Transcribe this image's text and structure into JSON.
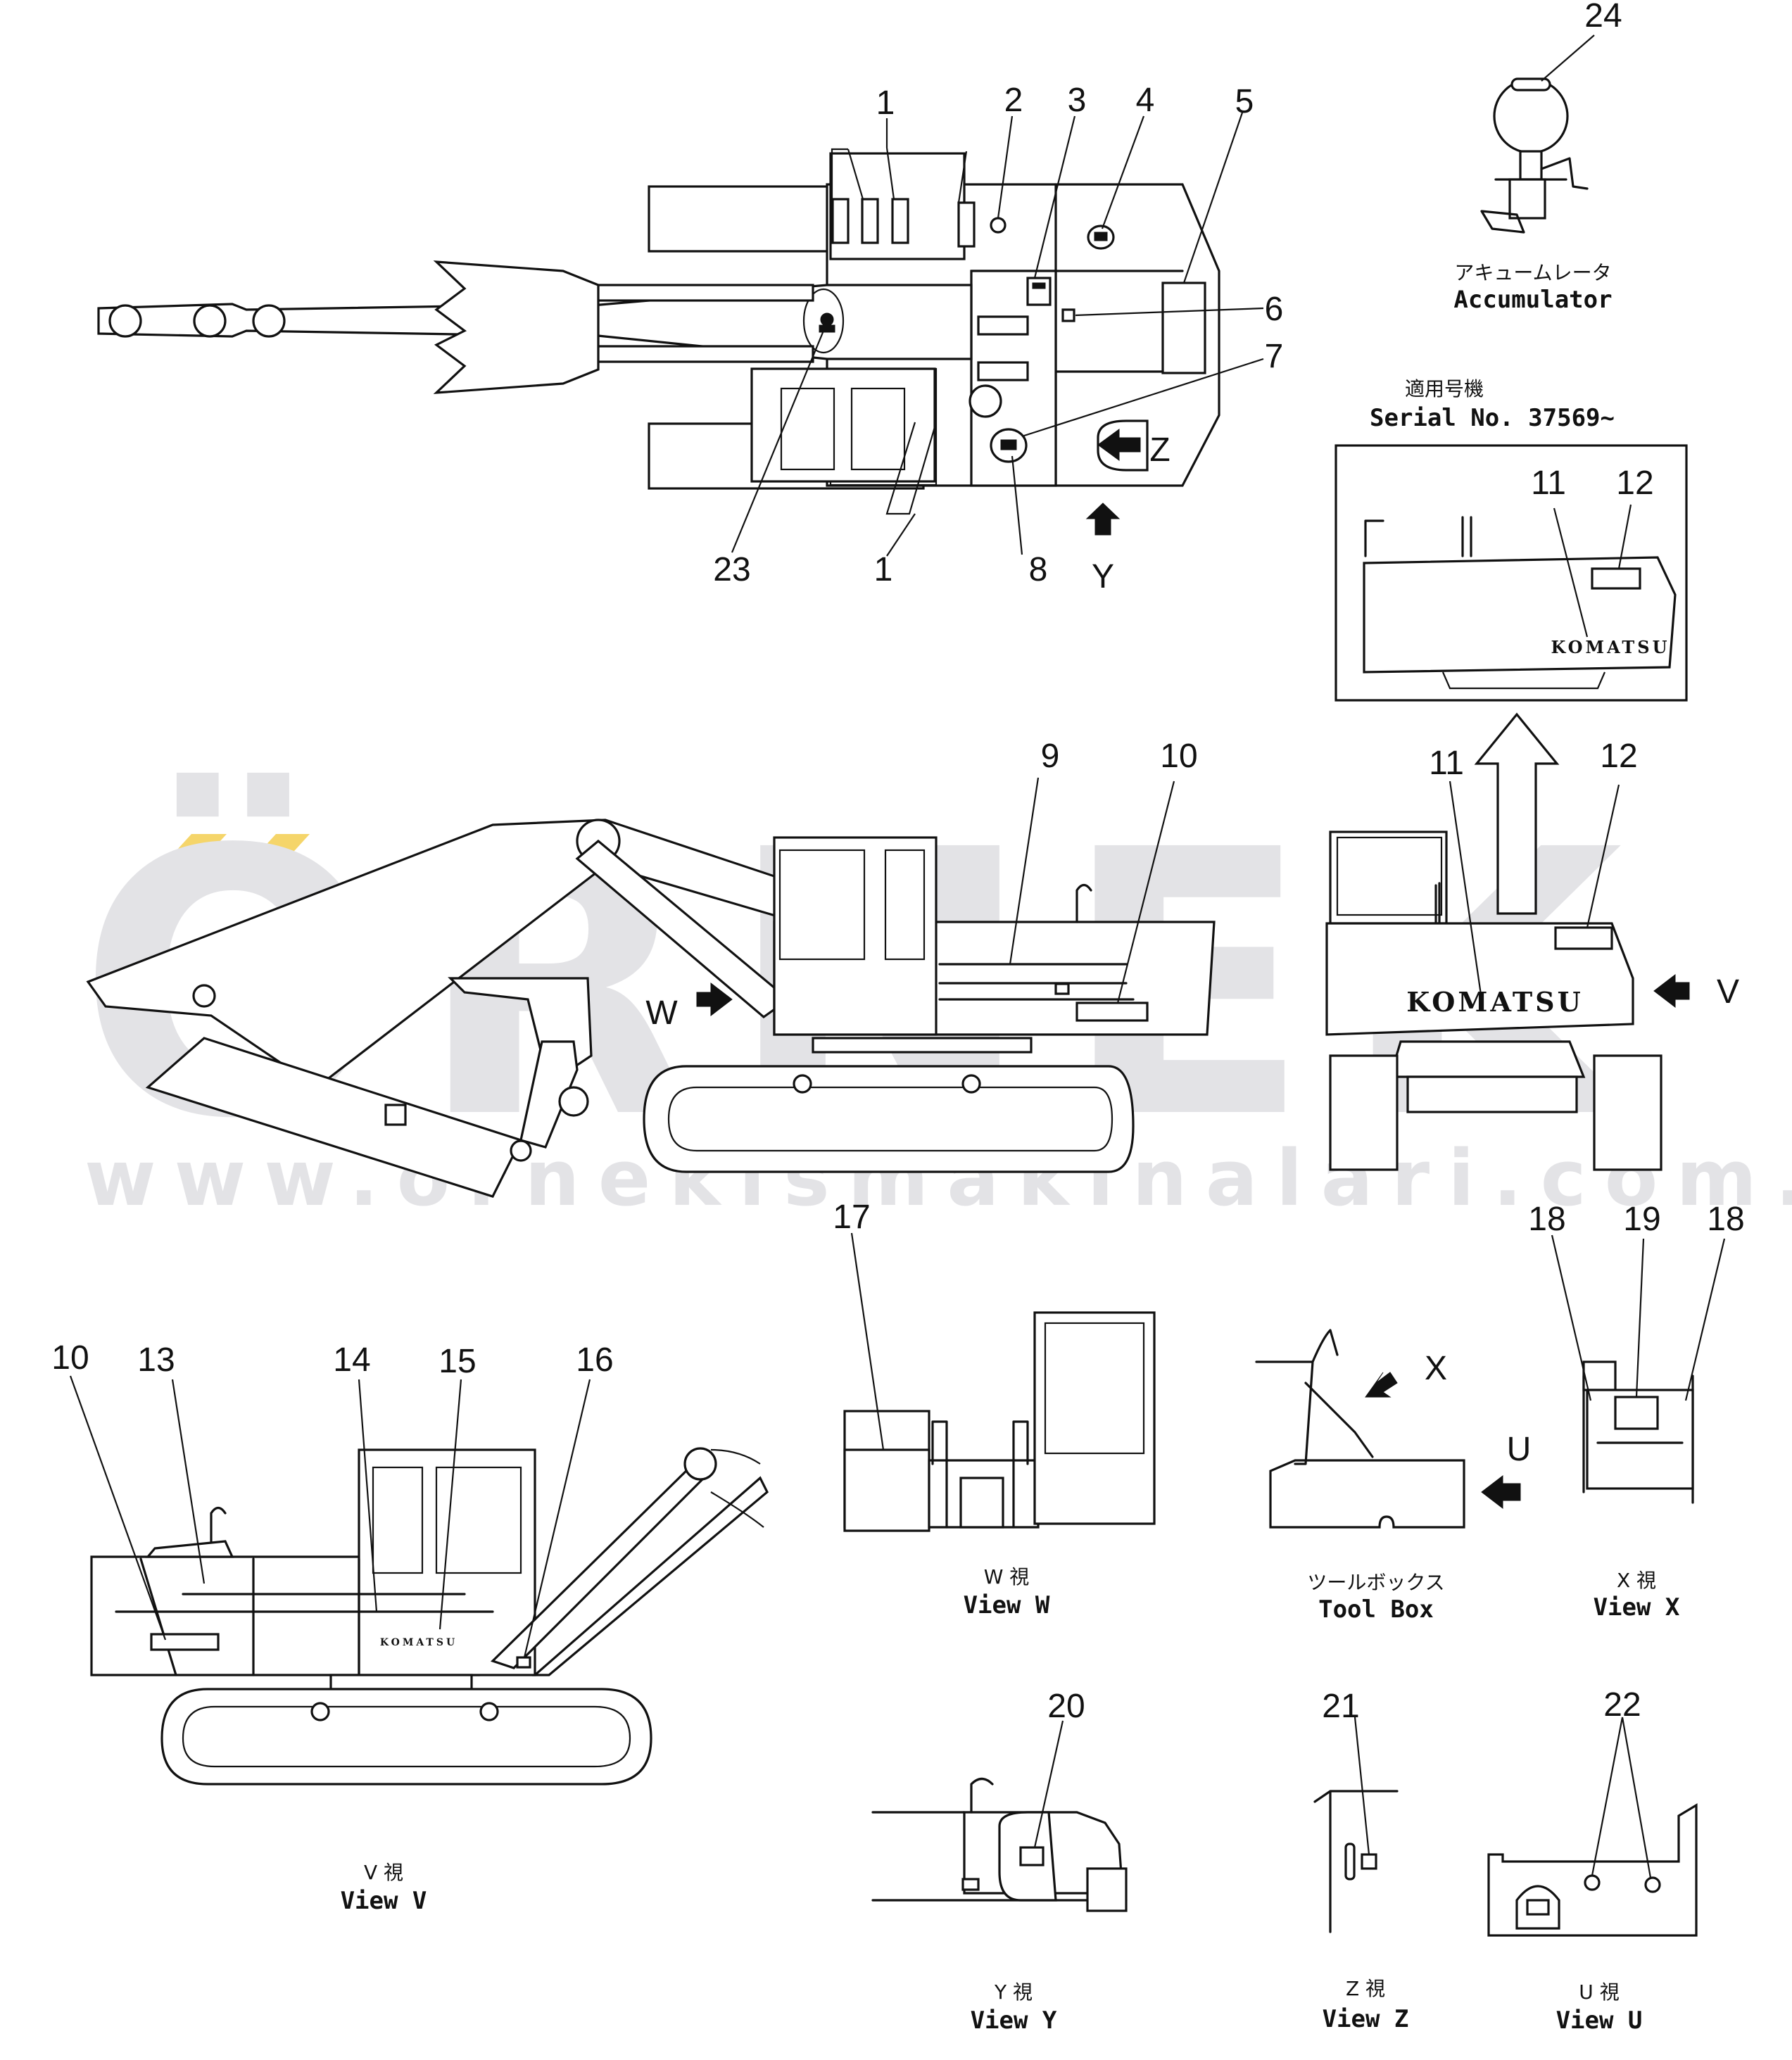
{
  "watermark": {
    "brand": "ÖRNEK",
    "url": "www.ornekismakinalari.com.tr",
    "accent_color": "#f5d56a",
    "text_color": "#e3e3e6"
  },
  "callouts": [
    "1",
    "2",
    "3",
    "4",
    "5",
    "6",
    "7",
    "1",
    "8",
    "23",
    "24",
    "9",
    "10",
    "11",
    "12",
    "11",
    "12",
    "10",
    "13",
    "14",
    "15",
    "16",
    "17",
    "18",
    "19",
    "18",
    "20",
    "21",
    "22"
  ],
  "arrows": {
    "z": "Z",
    "y": "Y",
    "w": "W",
    "v": "V",
    "x": "X",
    "u": "U"
  },
  "brand_decal": "KOMATSU",
  "brand_decal_small": "KOMATSU",
  "views": {
    "accumulator_jp": "アキュームレータ",
    "accumulator_en": "Accumulator",
    "serial_jp": "適用号機",
    "serial_en": "Serial  No.  37569~",
    "w_jp": "W   視",
    "w_en": "View  W",
    "tool_jp": "ツールボックス",
    "tool_en": "Tool  Box",
    "x_jp": "X   視",
    "x_en": "View  X",
    "v_jp": "V   視",
    "v_en": "View  V",
    "y_jp": "Y   視",
    "y_en": "View  Y",
    "z_jp": "Z   視",
    "z_en": "View  Z",
    "u_jp": "U   視",
    "u_en": "View  U"
  }
}
